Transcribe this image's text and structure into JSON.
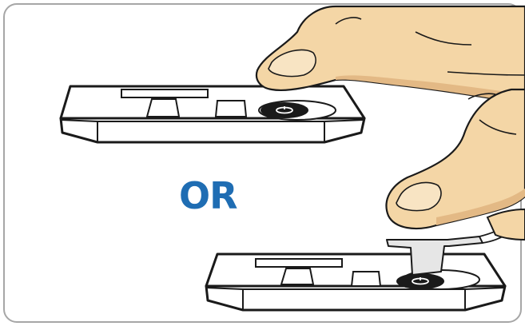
{
  "separator": {
    "text": "OR",
    "color": "#1f6db3"
  },
  "colors": {
    "frame": "#a6a6a6",
    "outline": "#1a1a1a",
    "skin": "#f4d6a6",
    "skin_shadow": "#e3b985",
    "device_fill": "#ffffff",
    "button_dark": "#1a1a1a",
    "strip": "#e6e6e6"
  },
  "panels": [
    {
      "name": "option-press-button-with-finger"
    },
    {
      "name": "option-press-button-with-test-strip"
    }
  ]
}
